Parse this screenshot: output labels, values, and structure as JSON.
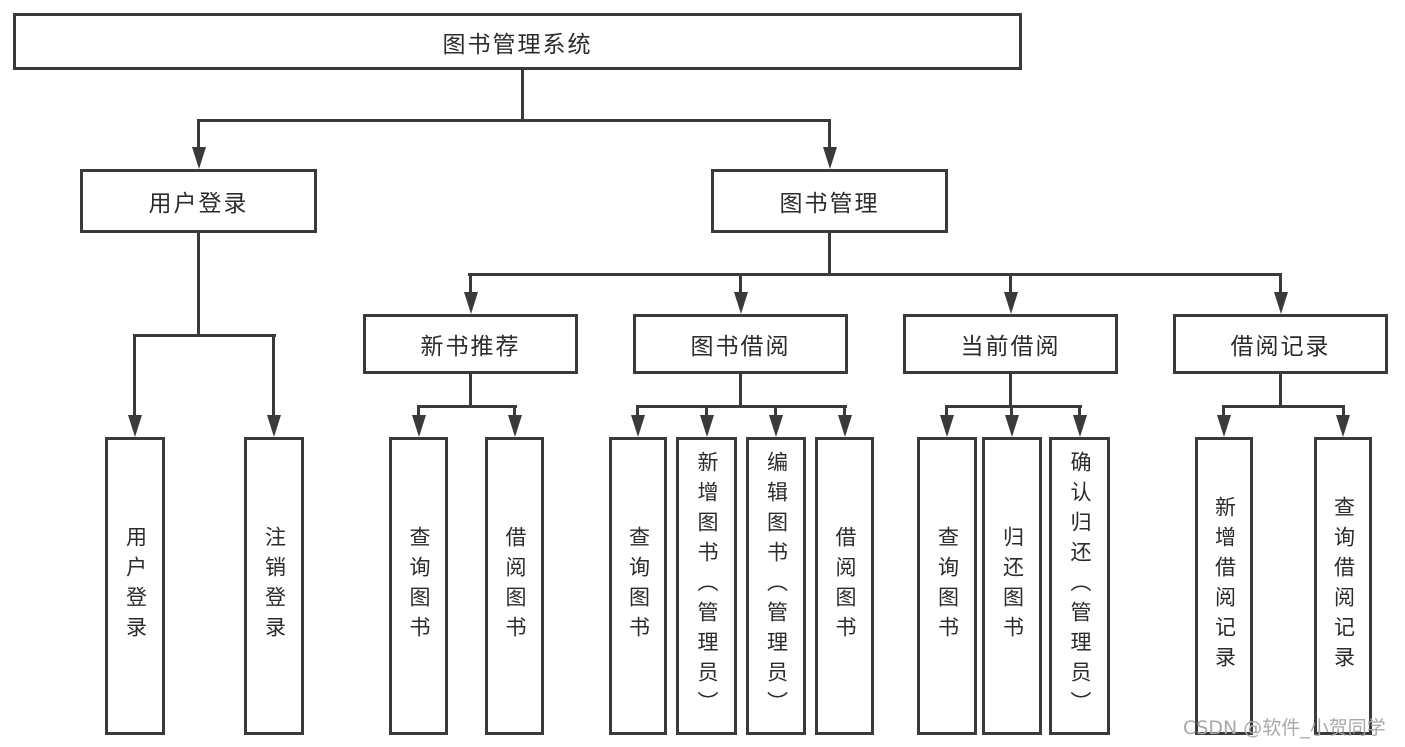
{
  "diagram": {
    "type": "hierarchy-tree",
    "root": {
      "label": "图书管理系统"
    },
    "branches": [
      {
        "label": "用户登录",
        "children": [
          {
            "label": "用户登录"
          },
          {
            "label": "注销登录"
          }
        ]
      },
      {
        "label": "图书管理",
        "children": [
          {
            "label": "新书推荐",
            "children": [
              {
                "label": "查询图书"
              },
              {
                "label": "借阅图书"
              }
            ]
          },
          {
            "label": "图书借阅",
            "children": [
              {
                "label": "查询图书"
              },
              {
                "label": "新增图书（管理员）"
              },
              {
                "label": "编辑图书（管理员）"
              },
              {
                "label": "借阅图书"
              }
            ]
          },
          {
            "label": "当前借阅",
            "children": [
              {
                "label": "查询图书"
              },
              {
                "label": "归还图书"
              },
              {
                "label": "确认归还（管理员）"
              }
            ]
          },
          {
            "label": "借阅记录",
            "children": [
              {
                "label": "新增借阅记录"
              },
              {
                "label": "查询借阅记录"
              }
            ]
          }
        ]
      }
    ]
  },
  "watermark": {
    "text": "CSDN @软件_小贺同学"
  },
  "colors": {
    "line": "#3a3a3a",
    "text": "#2b2b2b",
    "watermark": "#a8a8a8",
    "background": "#ffffff"
  }
}
